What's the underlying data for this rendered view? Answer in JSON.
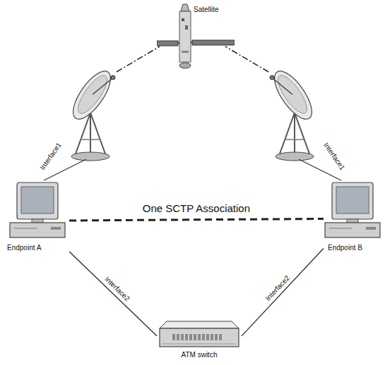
{
  "diagram": {
    "nodes": [
      {
        "text": [
          "Satellite"
        ]
      },
      {
        "text": [
          "Endpoint A"
        ]
      },
      {
        "text": [
          "Endpoint B"
        ]
      },
      {
        "text": [
          "ATM switch"
        ]
      }
    ],
    "edges": [
      {
        "from": 1,
        "to": 2,
        "arrow": "none",
        "label": "One SCTP Association"
      },
      {
        "from": 1,
        "to": 3,
        "arrow": "none",
        "label": "Interface2"
      },
      {
        "from": 3,
        "to": 2,
        "arrow": "none",
        "label": "Interface2"
      }
    ],
    "labels": [
      "Interface1",
      "Interface1"
    ]
  }
}
